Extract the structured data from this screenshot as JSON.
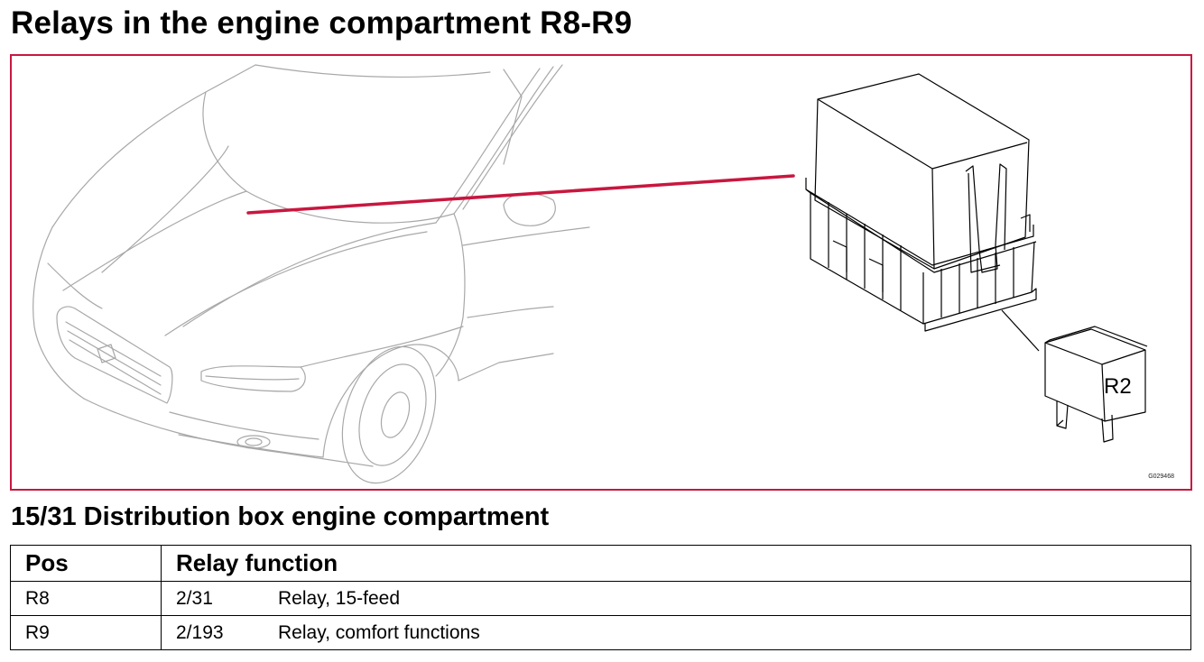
{
  "header": {
    "title": "Relays in the engine compartment R8-R9"
  },
  "figure": {
    "relay_label": "R2",
    "image_code": "G029468",
    "accent_color": "#c8173f",
    "line_color": "#a8a8a8"
  },
  "section": {
    "title": "15/31 Distribution box engine compartment"
  },
  "table": {
    "headers": {
      "pos": "Pos",
      "function": "Relay function"
    },
    "rows": [
      {
        "pos": "R8",
        "code": "2/31",
        "function": "Relay, 15-feed"
      },
      {
        "pos": "R9",
        "code": "2/193",
        "function": "Relay, comfort functions"
      }
    ]
  }
}
